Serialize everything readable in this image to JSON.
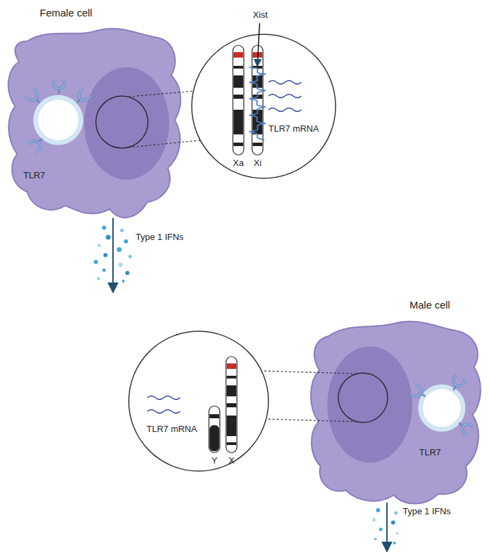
{
  "diagram": {
    "nodes": [
      {
        "text": [
          "Female cell",
          "TLR7"
        ]
      },
      {
        "text": [
          "Xist",
          "Xa",
          "Xi",
          "TLR7 mRNA"
        ]
      },
      {
        "text": [
          "Male cell",
          "TLR7"
        ]
      },
      {
        "text": [
          "TLR7 mRNA",
          "Y",
          "X"
        ]
      }
    ],
    "labels": [
      "Type 1 IFNs",
      "Type 1 IFNs"
    ]
  }
}
